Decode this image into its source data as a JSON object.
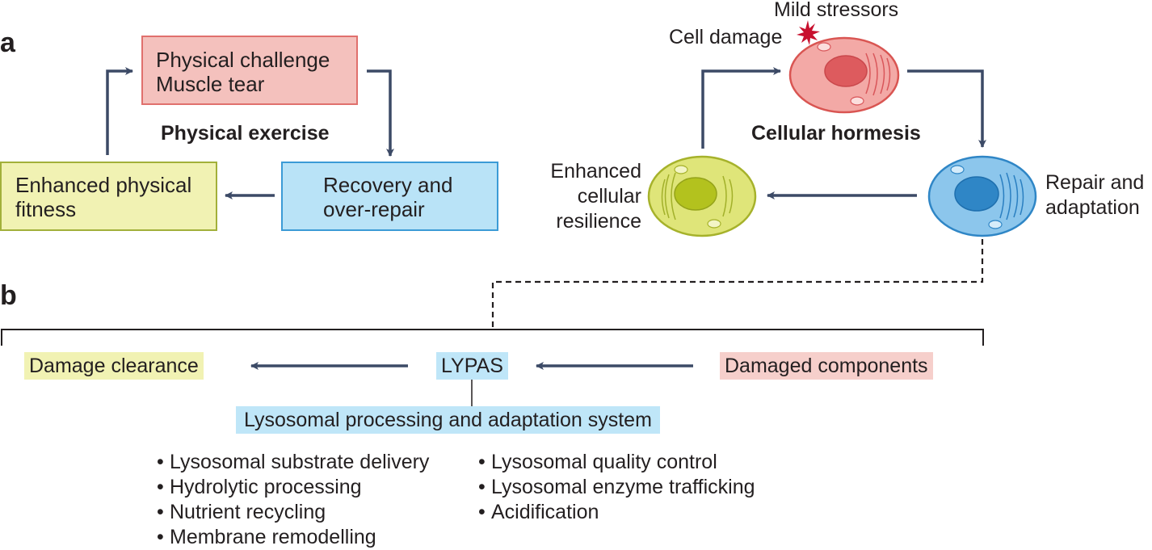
{
  "panel_a": {
    "letter": "a",
    "exercise": {
      "title": "Physical exercise",
      "challenge_box": {
        "line1": "Physical challenge",
        "line2": "Muscle tear"
      },
      "recovery_box": {
        "line1": "Recovery and",
        "line2": "over-repair"
      },
      "fitness_box": {
        "line1": "Enhanced physical",
        "line2": "fitness"
      }
    },
    "hormesis": {
      "title": "Cellular hormesis",
      "mild_stressors": "Mild stressors",
      "cell_damage": "Cell damage",
      "repair_line1": "Repair and",
      "repair_line2": "adaptation",
      "resilience_line1": "Enhanced",
      "resilience_line2": "cellular",
      "resilience_line3": "resilience"
    }
  },
  "panel_b": {
    "letter": "b",
    "damage_clearance": "Damage clearance",
    "lypas": "LYPAS",
    "damaged_components": "Damaged components",
    "system_name": "Lysosomal processing and adaptation system",
    "list_left": [
      "Lysosomal substrate delivery",
      "Hydrolytic processing",
      "Nutrient recycling",
      "Membrane remodelling"
    ],
    "list_right": [
      "Lysosomal quality control",
      "Lysosomal enzyme trafficking",
      "Acidification"
    ]
  },
  "colors": {
    "arrow": "#3c4a66",
    "red_fill": "#f4c1bd",
    "red_border": "#e0706d",
    "blue_fill": "#b9e3f7",
    "blue_border": "#3b9bd6",
    "yellow_fill": "#f1f2b3",
    "yellow_border": "#a2b03a",
    "highlight_yellow": "#f1f2b3",
    "highlight_blue": "#bfe6f8",
    "highlight_red": "#f6cfcb"
  }
}
